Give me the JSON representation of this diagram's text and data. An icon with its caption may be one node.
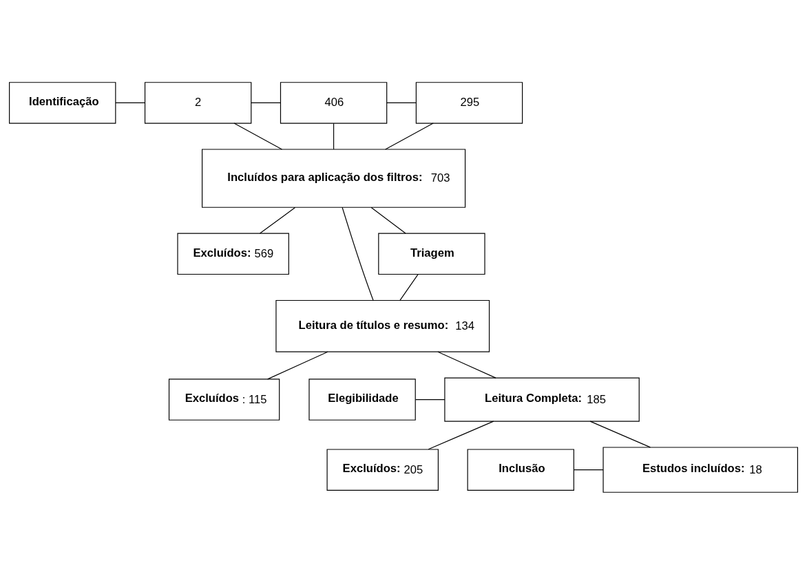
{
  "diagram": {
    "nodes": [
      {
        "text": [
          "Identificação"
        ]
      },
      {
        "text": [
          "2"
        ]
      },
      {
        "text": [
          "406"
        ]
      },
      {
        "text": [
          "295"
        ]
      },
      {
        "text": [
          "**Incluídos para aplicação dos filtros:** 703"
        ]
      },
      {
        "text": [
          "Triagem"
        ]
      },
      {
        "text": [
          "**Excluídos:** 569"
        ]
      },
      {
        "text": [
          "**Leitura de títulos e resumo:** 134"
        ]
      },
      {
        "text": [
          "**Excluídos**: 115"
        ]
      },
      {
        "text": [
          "Elegibilidade"
        ]
      },
      {
        "text": [
          "**Leitura Completa:**185"
        ]
      },
      {
        "text": [
          "**Excluídos:** 205"
        ]
      },
      {
        "text": [
          "Inclusão"
        ]
      },
      {
        "text": [
          "**Estudos incluídos:** 18"
        ]
      }
    ],
    "edges": [
      {
        "from": 0,
        "to": 1,
        "arrow": "none"
      },
      {
        "from": 1,
        "to": 2,
        "arrow": "none"
      },
      {
        "from": 2,
        "to": 3,
        "arrow": "none"
      },
      {
        "from": 1,
        "to": 4,
        "arrow": "none"
      },
      {
        "from": 2,
        "to": 4,
        "arrow": "none"
      },
      {
        "from": 3,
        "to": 4,
        "arrow": "none"
      },
      {
        "from": 5,
        "to": 4,
        "arrow": "none"
      },
      {
        "from": 5,
        "to": 7,
        "arrow": "none"
      },
      {
        "from": 4,
        "to": 7,
        "arrow": "none"
      },
      {
        "from": 4,
        "to": 6,
        "arrow": "none"
      },
      {
        "from": 7,
        "to": 10,
        "arrow": "none"
      },
      {
        "from": 7,
        "to": 8,
        "arrow": "none"
      },
      {
        "from": 9,
        "to": 10,
        "arrow": "none"
      },
      {
        "from": 10,
        "to": 13,
        "arrow": "none"
      },
      {
        "from": 10,
        "to": 11,
        "arrow": "none"
      },
      {
        "from": 12,
        "to": 13,
        "arrow": "none"
      }
    ]
  }
}
